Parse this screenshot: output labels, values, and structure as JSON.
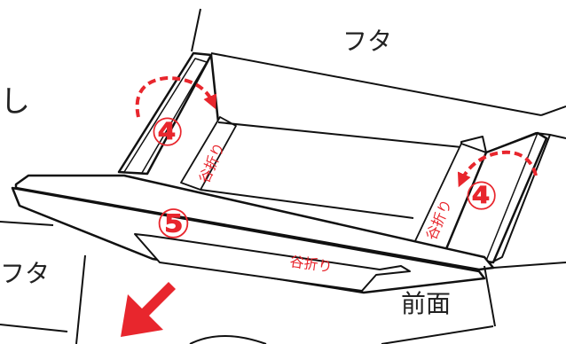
{
  "labels": {
    "lid_right": "フタ",
    "lid_left": "フタ",
    "front": "前面",
    "cutoff_char": "し"
  },
  "fold_labels": {
    "left_flap": "谷折り",
    "right_flap": "谷折り",
    "bottom_flap": "谷折り"
  },
  "steps": {
    "left": "④",
    "right": "④",
    "center": "⑤"
  },
  "colors": {
    "accent": "#e8262d",
    "line": "#111111",
    "paper": "#ffffff"
  },
  "icons": [
    "curved-arrow-icon",
    "big-arrow-icon"
  ]
}
